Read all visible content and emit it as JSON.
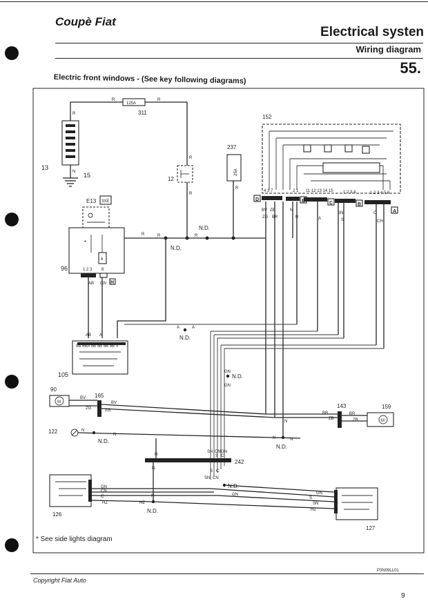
{
  "header": {
    "brand": "Coupè Fiat",
    "title": "Electrical systen",
    "subtitle": "Wiring diagram",
    "page_code": "55."
  },
  "section_title": "Electric front windows - (See key following diagrams)",
  "footnote": "* See side lights diagram",
  "footer": {
    "copyright": "Copyright Fiat Auto",
    "drawing_ref": "P3N09LL01",
    "page_number": "9"
  },
  "components": {
    "c311": "311",
    "c152": "152",
    "c237": "237",
    "c13": "13",
    "c15": "15",
    "c12": "12",
    "cE13": "E13",
    "c96": "96",
    "c105": "105",
    "c90": "90",
    "c165": "165",
    "c143": "143",
    "c159": "159",
    "c122": "122",
    "c242": "242",
    "c126": "126",
    "c127": "127"
  },
  "fuses": {
    "f311": "125A",
    "f237": "25A"
  },
  "connectors": {
    "D": "D",
    "E": "E",
    "C": "C",
    "B": "B",
    "A": "A",
    "H": "H"
  },
  "labels": {
    "nd": "N.D.",
    "star": "*",
    "b6": "6",
    "e13_box": "3XE",
    "pins_d": "4 3 7",
    "pins_e": "2 1",
    "pins_c": "11 12 13 14 15",
    "pins_b": "1 2 3 4",
    "pins_a": "1 2 3 4 5 6",
    "pins_96": "1 2 3",
    "pins_96b": "8",
    "pins_105": "5B 6BA 5B 5B 5B 5B X"
  },
  "wire_codes": {
    "R": "R",
    "N": "N",
    "BV": "BV",
    "ZB": "ZB",
    "ZG": "ZG",
    "BR": "BR",
    "AB": "AB",
    "A": "A",
    "GN": "GN",
    "SN": "SN",
    "S": "S",
    "C": "C",
    "CN": "CN",
    "H": "H",
    "HZ": "HZ",
    "Z": "Z",
    "CH": "CH"
  }
}
